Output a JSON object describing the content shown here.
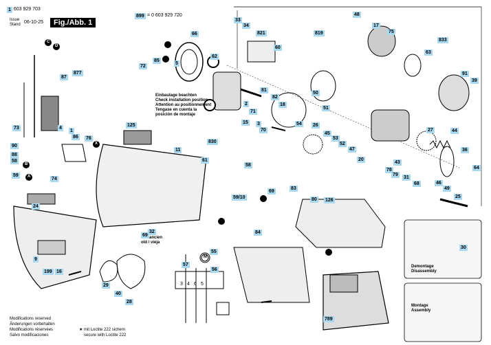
{
  "header": {
    "part_number": "0 603 929 703",
    "issue_label": "Issue",
    "stand_label": "Stand",
    "issue_date": "06-10-25",
    "figure_title": "Fig./Abb. 1",
    "ref_part_label": "899",
    "ref_part_number": "= 0 603 929 720"
  },
  "install_note": [
    "Einbaulage beachten",
    "Check installation position",
    "Attention au positionnement",
    "Tengase en cuenta la",
    "posición de montaje"
  ],
  "old_note": [
    "alt / ancien",
    "old / vieja"
  ],
  "disassembly_label": [
    "Demontage",
    "Disassembly"
  ],
  "assembly_label": [
    "Montage",
    "Assembly"
  ],
  "modifications": [
    "Modifications reserved",
    "Änderungen vorbehalten",
    "Modifications réservées",
    "Salvo modificaciones"
  ],
  "loctite_note": [
    "★ mit Loctite 222 sichern",
    "secure with Loctite 222"
  ],
  "wiring_box_numbers": [
    "3",
    "4",
    "6",
    "5"
  ],
  "callouts": [
    "48",
    "17",
    "75",
    "833",
    "63",
    "91",
    "39",
    "33",
    "34",
    "821",
    "60",
    "819",
    "66",
    "72",
    "85",
    "5",
    "62",
    "87",
    "877",
    "73",
    "1",
    "125",
    "11",
    "4",
    "90",
    "88",
    "58",
    "59",
    "74",
    "86",
    "76",
    "81",
    "82",
    "18",
    "54",
    "26",
    "45",
    "53",
    "52",
    "47",
    "20",
    "70",
    "830",
    "61",
    "27",
    "44",
    "36",
    "64",
    "43",
    "78",
    "79",
    "31",
    "68",
    "46",
    "49",
    "25",
    "24",
    "16",
    "199",
    "9",
    "29",
    "40",
    "28",
    "32",
    "69",
    "58",
    "59/10",
    "69",
    "83",
    "80",
    "126",
    "84",
    "55",
    "56",
    "57",
    "30",
    "789",
    "71",
    "50",
    "51",
    "15",
    "3",
    "2",
    "1"
  ],
  "symbols": [
    "C",
    "D",
    "B",
    "A",
    "X",
    "M"
  ]
}
